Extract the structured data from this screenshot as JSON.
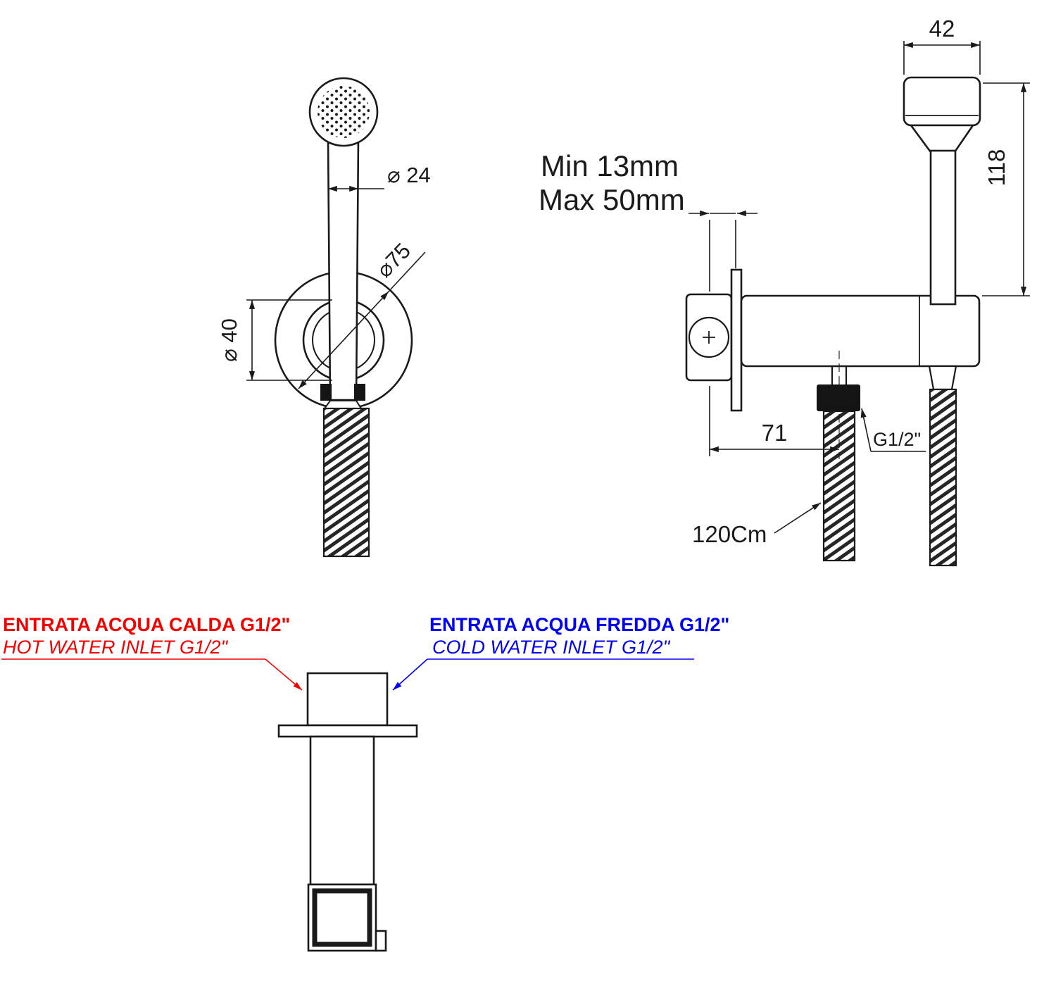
{
  "drawing": {
    "background": "#ffffff",
    "line_color": "#1a1a1a"
  },
  "front_view": {
    "dim_head_diameter": "⌀ 24",
    "dim_plate_outer": "⌀75",
    "dim_ring_inner": "⌀ 40"
  },
  "side_view": {
    "depth_min": "Min 13mm",
    "depth_max": "Max 50mm",
    "dim_head_width": "42",
    "dim_height": "118",
    "dim_inlet_offset": "71",
    "thread_size": "G1/2\"",
    "hose_length": "120Cm"
  },
  "bottom_view": {
    "hot_inlet": {
      "label_it": "ENTRATA ACQUA CALDA G1/2\"",
      "label_en": "HOT WATER INLET G1/2\"",
      "color": "#f50000"
    },
    "cold_inlet": {
      "label_it": "ENTRATA ACQUA FREDDA G1/2\"",
      "label_en": "COLD WATER INLET G1/2\"",
      "color": "#0000f5"
    }
  }
}
